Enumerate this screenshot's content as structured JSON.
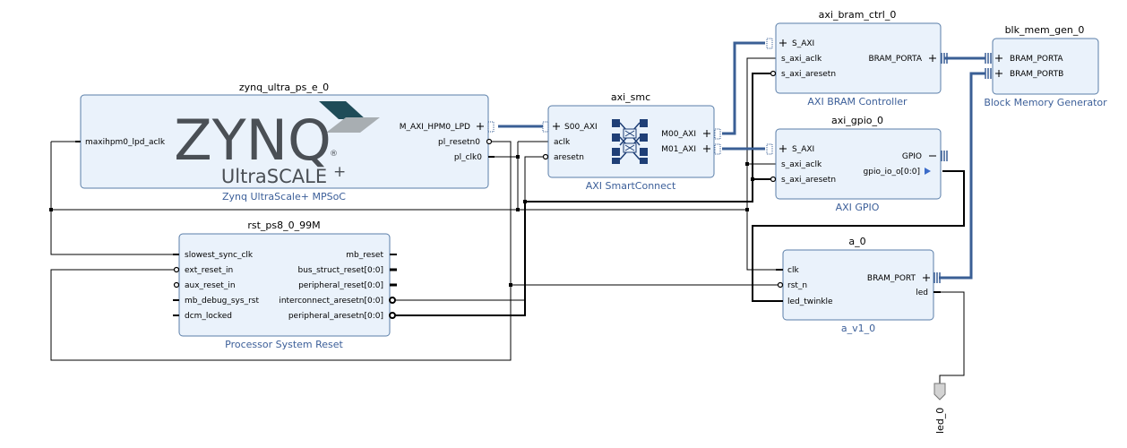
{
  "zynq": {
    "instance": "zynq_ultra_ps_e_0",
    "subtitle": "Zynq UltraScale+ MPSoC",
    "logo_main": "ZYNQ",
    "logo_ultra": "UltraSCALE",
    "logo_plus": "+",
    "logo_reg": "®",
    "ports_in": [
      "maxihpm0_lpd_aclk"
    ],
    "ports_out": [
      "M_AXI_HPM0_LPD",
      "pl_resetn0",
      "pl_clk0"
    ]
  },
  "rst": {
    "instance": "rst_ps8_0_99M",
    "subtitle": "Processor System Reset",
    "ports_in": [
      "slowest_sync_clk",
      "ext_reset_in",
      "aux_reset_in",
      "mb_debug_sys_rst",
      "dcm_locked"
    ],
    "ports_out": [
      "mb_reset",
      "bus_struct_reset[0:0]",
      "peripheral_reset[0:0]",
      "interconnect_aresetn[0:0]",
      "peripheral_aresetn[0:0]"
    ]
  },
  "smc": {
    "instance": "axi_smc",
    "subtitle": "AXI SmartConnect",
    "ports_in": [
      "S00_AXI",
      "aclk",
      "aresetn"
    ],
    "ports_out": [
      "M00_AXI",
      "M01_AXI"
    ]
  },
  "bram_ctrl": {
    "instance": "axi_bram_ctrl_0",
    "subtitle": "AXI BRAM Controller",
    "ports_in": [
      "S_AXI",
      "s_axi_aclk",
      "s_axi_aresetn"
    ],
    "ports_out": [
      "BRAM_PORTA"
    ]
  },
  "blk_mem": {
    "instance": "blk_mem_gen_0",
    "subtitle": "Block Memory Generator",
    "ports_in": [
      "BRAM_PORTA",
      "BRAM_PORTB"
    ]
  },
  "gpio": {
    "instance": "axi_gpio_0",
    "subtitle": "AXI GPIO",
    "ports_in": [
      "S_AXI",
      "s_axi_aclk",
      "s_axi_aresetn"
    ],
    "ports_out": [
      "GPIO",
      "gpio_io_o[0:0]"
    ]
  },
  "a0": {
    "instance": "a_0",
    "subtitle": "a_v1_0",
    "ports_in": [
      "clk",
      "rst_n",
      "led_twinkle"
    ],
    "ports_out": [
      "BRAM_PORT",
      "led"
    ]
  },
  "ext_port": {
    "label": "led_0"
  },
  "colors": {
    "block_fill": "#eaf2fb",
    "block_border": "#5a7ea8",
    "bus": "#3a5f95",
    "subtitle": "#3c5f99"
  }
}
